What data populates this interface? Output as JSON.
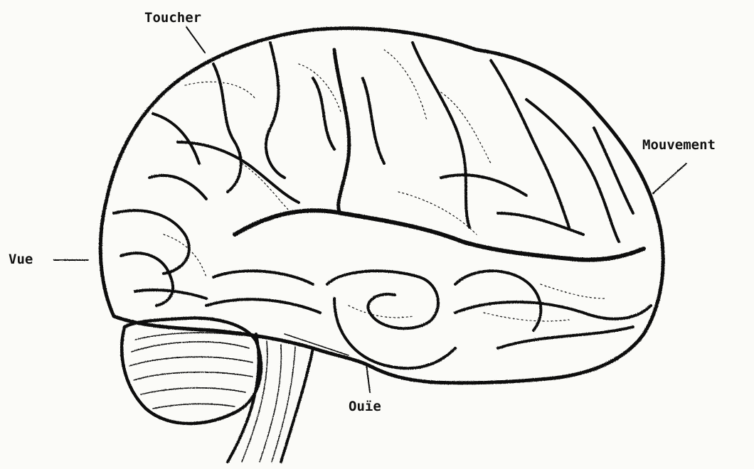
{
  "labels": {
    "touch": "Toucher",
    "movement": "Mouvement",
    "vision": "Vue",
    "hearing": "Ouïe"
  },
  "colors": {
    "ink": "#111111",
    "paper": "#fbfbf8"
  }
}
